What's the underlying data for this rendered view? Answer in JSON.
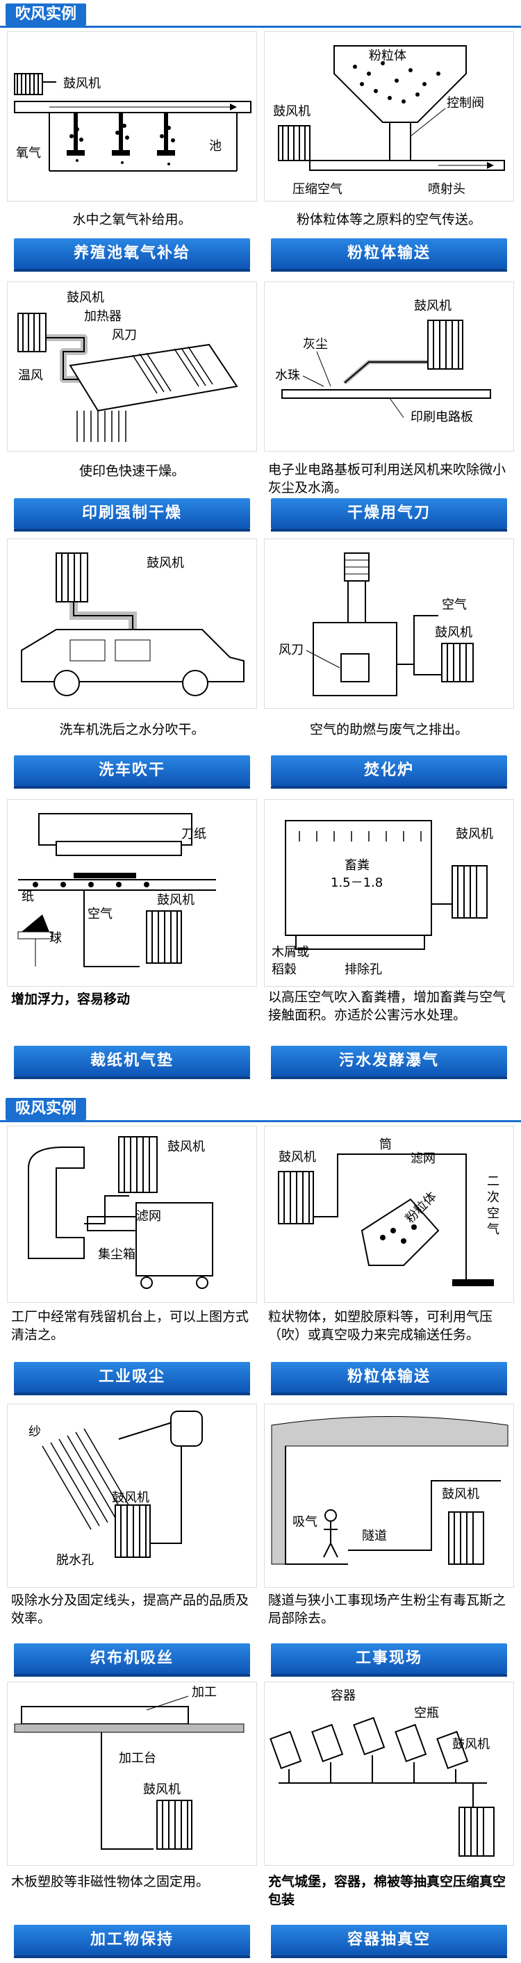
{
  "sections": {
    "blow": {
      "title": "吹风实例"
    },
    "suction": {
      "title": "吸风实例"
    }
  },
  "blow_cards": [
    {
      "button": "养殖池氧气补给",
      "desc": "水中之氧气补给用。",
      "labels": {
        "blower": "鼓风机",
        "oxygen": "氧气",
        "pool": "池"
      }
    },
    {
      "button": "粉粒体输送",
      "desc": "粉体粒体等之原料的空气传送。",
      "labels": {
        "powder": "粉粒体",
        "blower": "鼓风机",
        "valve": "控制阀",
        "compressed": "压缩空气",
        "nozzle": "喷射头"
      }
    },
    {
      "button": "印刷强制干燥",
      "desc": "使印色快速干燥。",
      "labels": {
        "blower": "鼓风机",
        "heater": "加热器",
        "knife": "风刀",
        "warm": "温风"
      }
    },
    {
      "button": "干燥用气刀",
      "desc": "电子业电路基板可利用送风机来吹除微小灰尘及水滴。",
      "labels": {
        "blower": "鼓风机",
        "dust": "灰尘",
        "water": "水珠",
        "pcb": "印刷电路板"
      }
    },
    {
      "button": "洗车吹干",
      "desc": "洗车机洗后之水分吹干。",
      "labels": {
        "blower": "鼓风机"
      }
    },
    {
      "button": "焚化炉",
      "desc": "空气的助燃与废气之排出。",
      "labels": {
        "air": "空气",
        "knife": "风刀",
        "blower": "鼓风机"
      }
    },
    {
      "button": "裁纸机气垫",
      "desc": "增加浮力，容易移动",
      "labels": {
        "paper_knife": "刀纸",
        "paper": "纸",
        "blower": "鼓风机",
        "air": "空气",
        "ball": "球"
      }
    },
    {
      "button": "污水发酵瀑气",
      "desc": "以高压空气吹入畜粪槽，增加畜粪与空气接触面积。亦适於公害污水处理。",
      "labels": {
        "manure": "畜粪",
        "range": "1.5－1.8",
        "blower": "鼓风机",
        "sawdust_1": "木屑或",
        "sawdust_2": "稻穀",
        "outlet": "排除孔"
      }
    }
  ],
  "suction_cards": [
    {
      "button": "工业吸尘",
      "desc": "工厂中经常有残留机台上，可以上图方式清洁之。",
      "labels": {
        "blower": "鼓风机",
        "filter": "滤网",
        "box": "集尘箱"
      }
    },
    {
      "button": "粉粒体输送",
      "desc": "粒状物体，如塑胶原料等，可利用气压（吹）或真空吸力来完成输送任务。",
      "labels": {
        "blower": "鼓风机",
        "pipe": "筒",
        "filter": "滤网",
        "powder": "粉粒体",
        "secondary_1": "二",
        "secondary_2": "次",
        "secondary_3": "空",
        "secondary_4": "气"
      }
    },
    {
      "button": "织布机吸丝",
      "desc": "吸除水分及固定线头，提高产品的品质及效率。",
      "labels": {
        "yarn": "纱",
        "blower": "鼓风机",
        "hole": "脱水孔"
      }
    },
    {
      "button": "工事现场",
      "desc": "隧道与狭小工事现场产生粉尘有毒瓦斯之局部除去。",
      "labels": {
        "blower": "鼓风机",
        "suck": "吸气",
        "tunnel": "隧道"
      }
    },
    {
      "button": "加工物保持",
      "desc": "木板塑胶等非磁性物体之固定用。",
      "labels": {
        "process": "加工",
        "table": "加工台",
        "blower": "鼓风机"
      }
    },
    {
      "button": "容器抽真空",
      "desc": "充气城堡，容器，棉被等抽真空压缩真空包装",
      "labels": {
        "container": "容器",
        "bottle": "空瓶",
        "blower": "鼓风机"
      }
    }
  ]
}
